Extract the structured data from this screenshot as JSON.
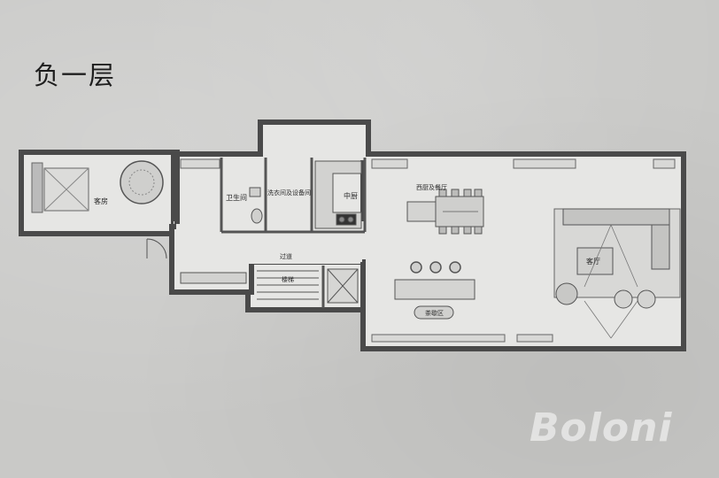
{
  "floor_title": "负一层",
  "rooms": {
    "guest_room": "客房",
    "bathroom": "卫生间",
    "laundry": "洗衣间及设备间",
    "chinese_kitchen": "中厨",
    "western_kitchen_dining": "西厨及餐厅",
    "corridor": "过道",
    "stairs": "楼梯",
    "living_room": "客厅",
    "tea_area": "茶歇区"
  },
  "watermark": "Boloni",
  "colors": {
    "background": "#c9c9c7",
    "wall": "#4a4a4a",
    "floor": "#e6e6e4"
  }
}
